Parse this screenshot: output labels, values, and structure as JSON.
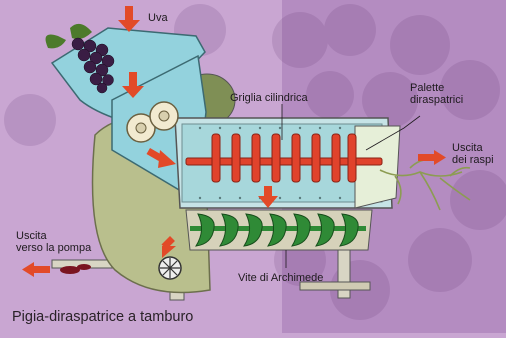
{
  "diagram": {
    "title": "Pigia-diraspatrice a tamburo",
    "labels": {
      "uva": "Uva",
      "griglia": "Griglia cilindrica",
      "palette_1": "Palette",
      "palette_2": "diraspatrici",
      "uscita_raspi_1": "Uscita",
      "uscita_raspi_2": "dei raspi",
      "uscita_pompa_1": "Uscita",
      "uscita_pompa_2": "verso la pompa",
      "vite": "Vite di Archimede"
    },
    "colors": {
      "background_left": "#c9a6d2",
      "background_right": "#b48cc1",
      "hopper": "#93d2dd",
      "machine_body": "#b9bf8d",
      "paddles": "#e0432c",
      "auger": "#2f8a36",
      "arrow": "#e24a28",
      "grapes": "#3a1d44",
      "leaves": "#4c7a2b",
      "stems": "#8c9c52",
      "juice": "#7a1420"
    },
    "icons": [
      "grapes-icon",
      "gear-icon",
      "arrow-down-icon",
      "arrow-right-icon",
      "arrow-left-icon",
      "stems-icon",
      "wheel-icon"
    ]
  }
}
